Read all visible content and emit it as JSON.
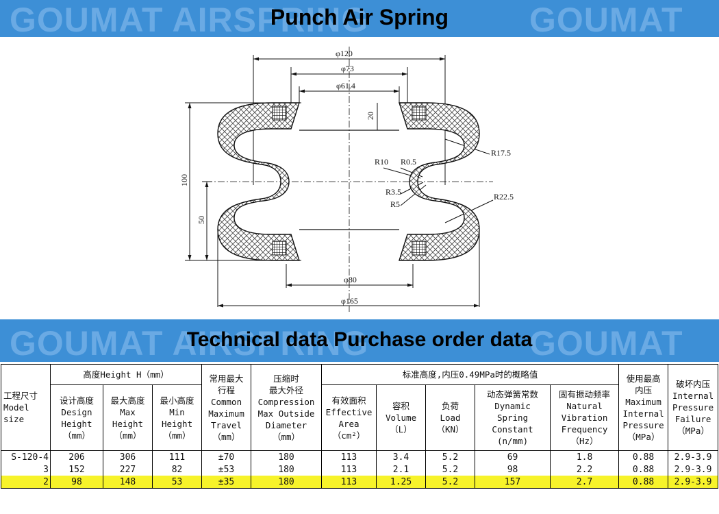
{
  "top_banner": {
    "watermark": "GOUMAT AIRSPRING",
    "title": "Punch Air Spring"
  },
  "mid_banner": {
    "watermark": "GOUMAT AIRSPRING",
    "watermark2": "GOUMAT",
    "title": "Technical data  Purchase order data"
  },
  "drawing": {
    "d120": "φ120",
    "d73": "φ73",
    "d61_4": "φ61.4",
    "d80": "φ80",
    "d165": "φ165",
    "h20": "20",
    "h100": "100",
    "h50": "50",
    "r17_5": "R17.5",
    "r10": "R10",
    "r0_5": "R0.5",
    "r3_5": "R3.5",
    "r5": "R5",
    "r22_5": "R22.5"
  },
  "table": {
    "model_cn": "工程尺寸",
    "model_en1": "Model",
    "model_en2": "size",
    "height_group": "高度Height H（mm）",
    "design_cn": "设计高度",
    "design_en1": "Design",
    "design_en2": "Height",
    "design_unit": "（mm）",
    "max_cn": "最大高度",
    "max_en1": "Max",
    "max_en2": "Height",
    "max_unit": "（mm）",
    "min_cn": "最小高度",
    "min_en1": "Min",
    "min_en2": "Height",
    "min_unit": "（mm）",
    "travel_cn1": "常用最大",
    "travel_cn2": "行程",
    "travel_en1": "Common",
    "travel_en2": "Maximum",
    "travel_en3": "Travel",
    "travel_unit": "（mm）",
    "comp_cn1": "压缩时",
    "comp_cn2": "最大外径",
    "comp_en1": "Compression",
    "comp_en2": "Max Outside",
    "comp_en3": "Diameter",
    "comp_unit": "（mm）",
    "std_group": "标准高度,内压0.49MPa时的概略值",
    "area_cn": "有效面积",
    "area_en1": "Effective",
    "area_en2": "Area",
    "area_unit": "（cm²）",
    "vol_cn": "容积",
    "vol_en": "Volume",
    "vol_unit": "（L）",
    "load_cn": "负荷",
    "load_en": "Load",
    "load_unit": "（KN）",
    "spring_cn": "动态弹簧常数",
    "spring_en1": "Dynamic",
    "spring_en2": "Spring",
    "spring_en3": "Constant",
    "spring_unit": "(n/mm)",
    "freq_cn": "固有振动频率",
    "freq_en1": "Natural",
    "freq_en2": "Vibration",
    "freq_en3": "Frequency",
    "freq_unit": "（Hz）",
    "maxp_cn1": "使用最高",
    "maxp_cn2": "内压",
    "maxp_en1": "Maximum",
    "maxp_en2": "Internal",
    "maxp_en3": "Pressure",
    "maxp_unit": "（MPa）",
    "burst_cn": "破坏内压",
    "burst_en1": "Internal",
    "burst_en2": "Pressure",
    "burst_en3": "Failure",
    "burst_unit": "（MPa）",
    "rows": [
      [
        "S-120-4",
        "206",
        "306",
        "111",
        "±70",
        "180",
        "113",
        "3.4",
        "5.2",
        "69",
        "1.8",
        "0.88",
        "2.9-3.9"
      ],
      [
        "3",
        "152",
        "227",
        "82",
        "±53",
        "180",
        "113",
        "2.1",
        "5.2",
        "98",
        "2.2",
        "0.88",
        "2.9-3.9"
      ],
      [
        "2",
        "98",
        "148",
        "53",
        "±35",
        "180",
        "113",
        "1.25",
        "5.2",
        "157",
        "2.7",
        "0.88",
        "2.9-3.9"
      ]
    ],
    "highlight_color": "#f7f32a"
  },
  "colors": {
    "banner": "#3d8fd6",
    "watermark": "#6aaae4"
  }
}
